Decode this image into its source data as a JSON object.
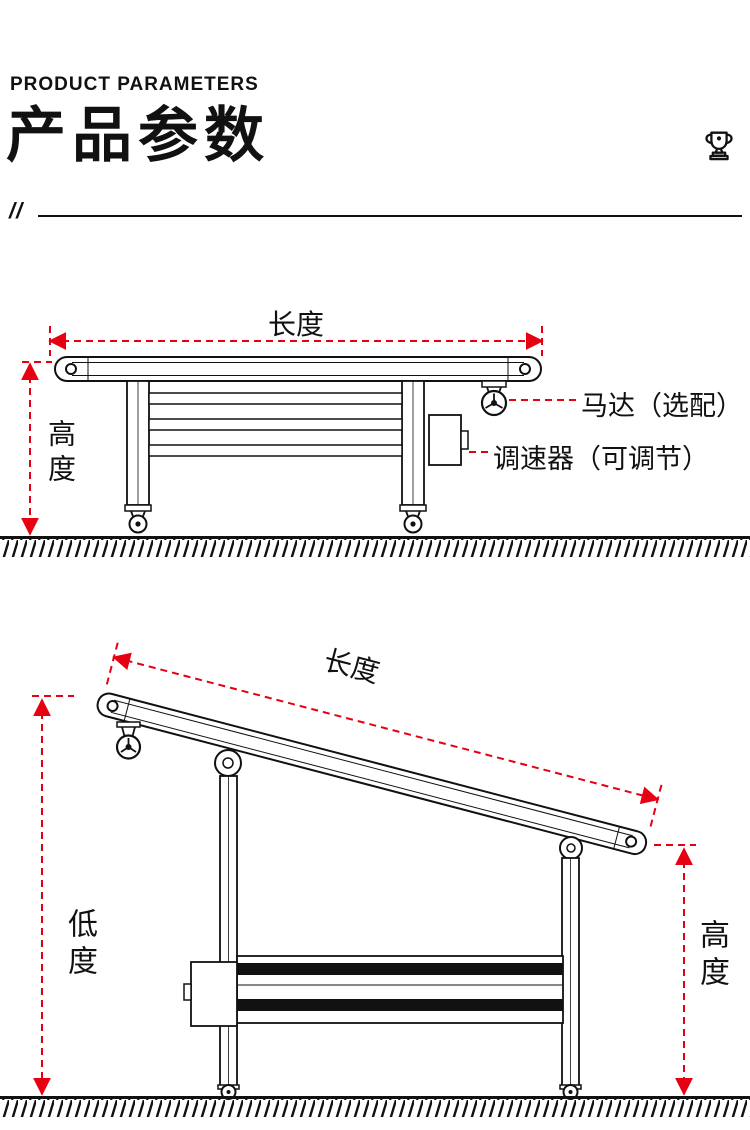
{
  "colors": {
    "dimension_red": "#e60012",
    "ink": "#111111"
  },
  "header": {
    "eyebrow": "PRODUCT PARAMETERS",
    "title": "产品参数",
    "slashes": "//"
  },
  "flat_diagram": {
    "length_label": "长度",
    "height_label": "高度",
    "motor_label": "马达（选配）",
    "controller_label": "调速器（可调节）"
  },
  "incline_diagram": {
    "length_label": "长度",
    "low_label": "低度",
    "height_label": "高度"
  }
}
